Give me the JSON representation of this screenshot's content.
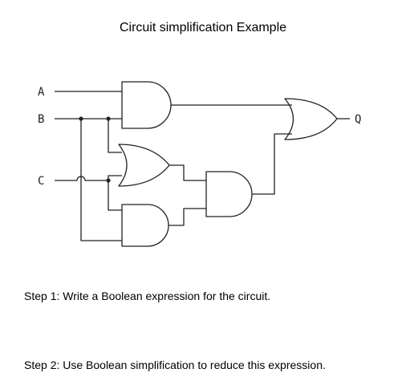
{
  "title": "Circuit simplification Example",
  "circuit": {
    "inputs": [
      "A",
      "B",
      "C"
    ],
    "output": "Q",
    "gates": [
      {
        "type": "AND",
        "inputs": [
          "A",
          "B"
        ]
      },
      {
        "type": "OR",
        "inputs": [
          "B",
          "C"
        ]
      },
      {
        "type": "AND",
        "inputs": [
          "B",
          "C"
        ]
      },
      {
        "type": "AND",
        "inputs": [
          "OR",
          "AND"
        ]
      },
      {
        "type": "OR",
        "inputs": [
          "AND(A,B)",
          "AND(OR,AND)"
        ],
        "output": "Q"
      }
    ]
  },
  "steps": [
    "Step 1: Write a Boolean expression for the circuit.",
    "Step 2: Use Boolean simplification to reduce this expression."
  ]
}
